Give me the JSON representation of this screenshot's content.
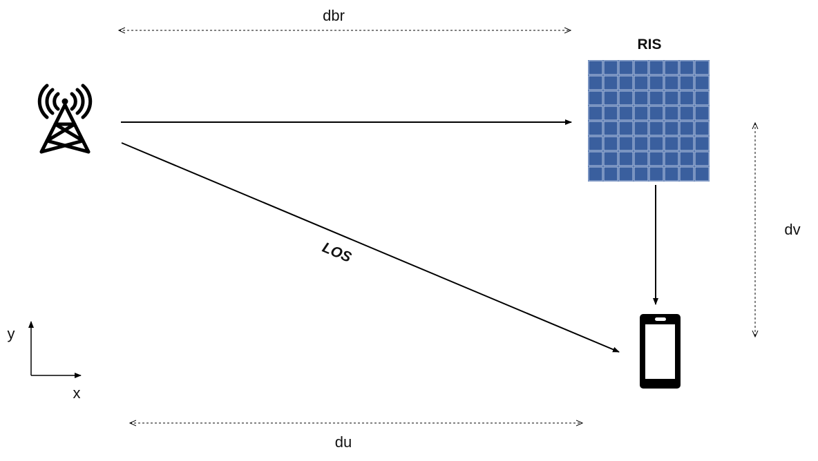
{
  "labels": {
    "dbr": "dbr",
    "ris": "RIS",
    "dv": "dv",
    "los": "LOS",
    "du": "du",
    "axis_x": "x",
    "axis_y": "y"
  },
  "ris_grid": {
    "rows": 8,
    "cols": 8
  },
  "colors": {
    "ris_panel": "#3a5f9e",
    "ris_grid_line": "#b9c9e4",
    "line": "#000000",
    "phone_screen": "#ffffff"
  },
  "icons": {
    "base_station": "cell-tower-icon",
    "user": "smartphone-icon"
  }
}
